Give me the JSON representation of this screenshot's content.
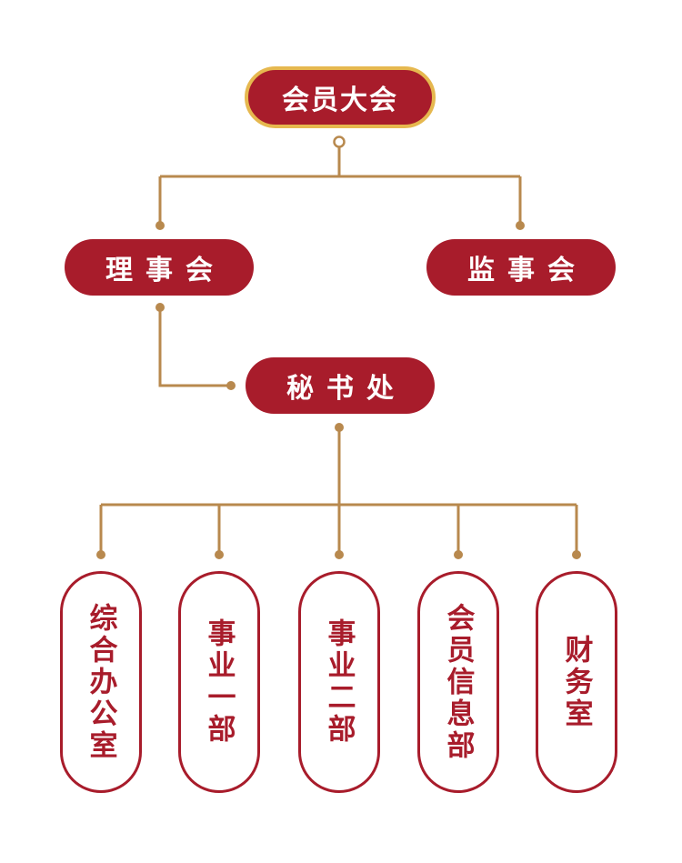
{
  "org_chart": {
    "root": {
      "label": "会员大会"
    },
    "board": {
      "label": "理事会"
    },
    "supervisory": {
      "label": "监事会"
    },
    "secretariat": {
      "label": "秘书处"
    },
    "departments": [
      {
        "label": "综合办公室"
      },
      {
        "label": "事业一部"
      },
      {
        "label": "事业二部"
      },
      {
        "label": "会员信息部"
      },
      {
        "label": "财务室"
      }
    ]
  },
  "colors": {
    "node_fill": "#a81c2b",
    "root_border": "#e6b84f",
    "connector": "#b8894e",
    "dept_border": "#a81c2b",
    "dept_text": "#a81c2b"
  }
}
